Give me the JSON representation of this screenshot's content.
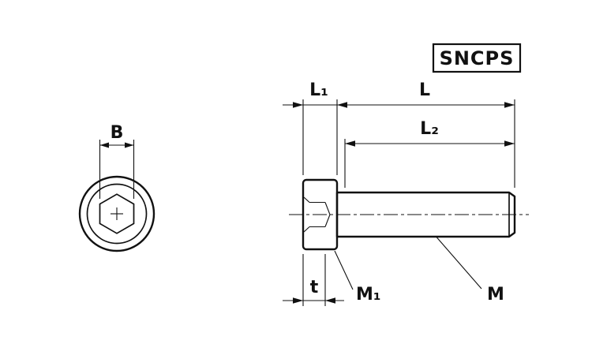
{
  "part_label": "SNCPS",
  "colors": {
    "line": "#111111",
    "background": "#ffffff"
  },
  "dimension_labels": {
    "b": "B",
    "l1": "L₁",
    "l": "L",
    "l2": "L₂",
    "t": "t",
    "m1": "M₁",
    "m": "M"
  }
}
